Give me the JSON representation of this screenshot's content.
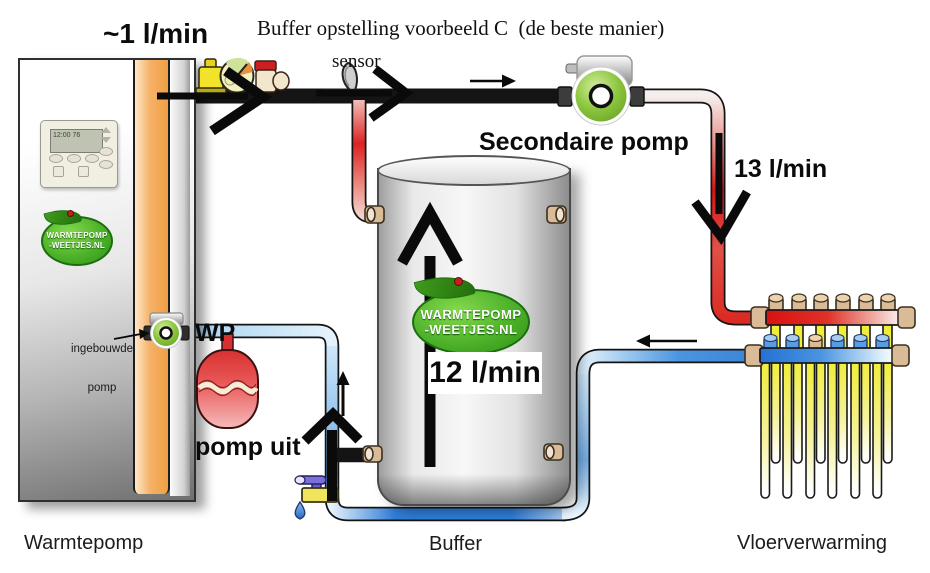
{
  "title": "Buffer opstelling voorbeeld C  (de beste manier)",
  "labels": {
    "wp_flow": "~1 l/min",
    "sensor": "sensor",
    "secondary_pump": "Secondaire pomp",
    "floor_flow": "13 l/min",
    "buffer_flow": "12 l/min",
    "wp_pump_off_line1": "WP",
    "wp_pump_off_line2": "pomp uit",
    "builtin_pump_line1": "ingebouwde",
    "builtin_pump_line2": "pomp",
    "thermostat_display": "12:00 76"
  },
  "captions": {
    "heat_pump": "Warmtepomp",
    "buffer": "Buffer",
    "floor_heating": "Vloerverwarming"
  },
  "logo": {
    "line1": "WARMTEPOMP",
    "line2": "-WEETJES.NL"
  },
  "colors": {
    "pipe_hot": "#dd1414",
    "pipe_cold": "#3d86d8",
    "pump_green": "#8cc63e",
    "wp_accent_orange": "#f2a54e",
    "expansion_vessel_red": "#e23b3b",
    "floor_tube_yellow": "#f0ee3a",
    "arrow_black": "#0a0a0a"
  }
}
